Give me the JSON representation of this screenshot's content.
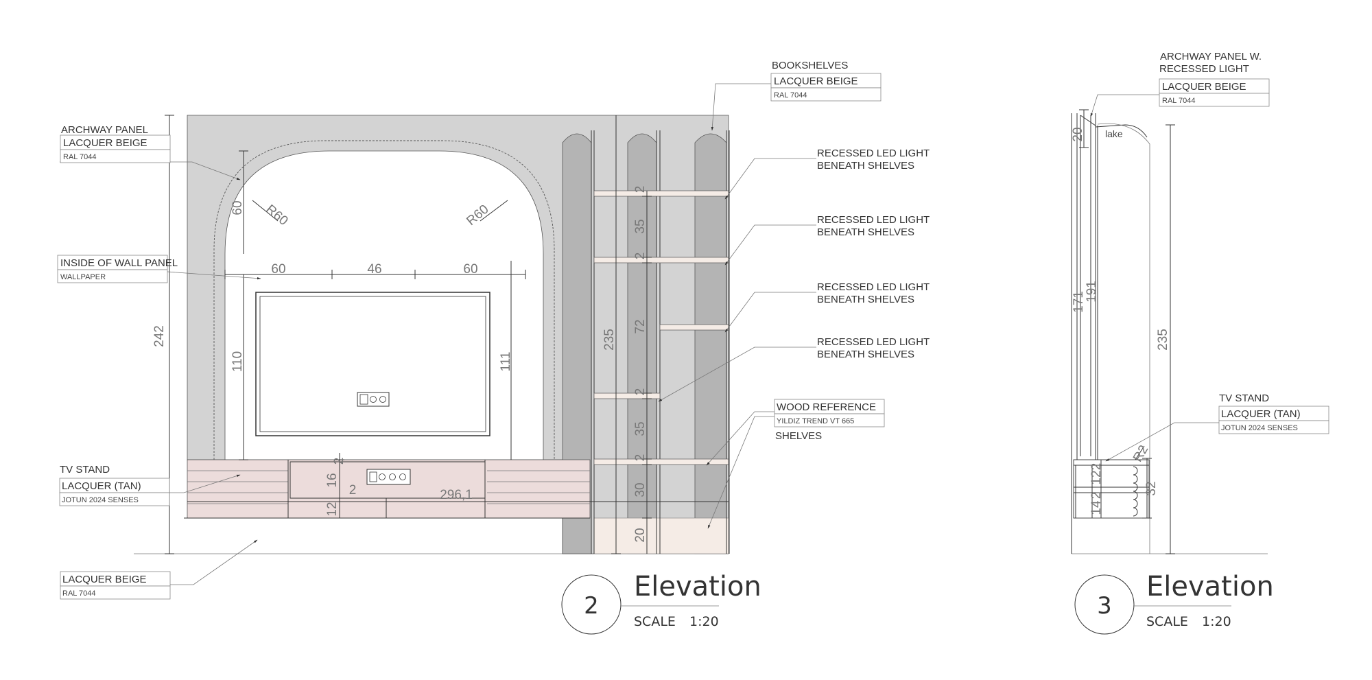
{
  "elevation2": {
    "number": "2",
    "title": "Elevation",
    "scale_label": "SCALE",
    "scale_value": "1:20"
  },
  "elevation3": {
    "number": "3",
    "title": "Elevation",
    "scale_label": "SCALE",
    "scale_value": "1:20"
  },
  "labels": {
    "archway_panel": {
      "title": "ARCHWAY PANEL",
      "material": "LACQUER BEIGE",
      "code": "RAL 7044"
    },
    "inside_wall": {
      "title": "INSIDE OF WALL PANEL",
      "code": "WALLPAPER"
    },
    "tv_stand": {
      "title": "TV STAND",
      "material": "LACQUER (TAN)",
      "code": "JOTUN 2024 SENSES"
    },
    "bottom_beige": {
      "material": "LACQUER BEIGE",
      "code": "RAL 7044"
    },
    "bookshelves": {
      "title": "BOOKSHELVES",
      "material": "LACQUER BEIGE",
      "code": "RAL 7044"
    },
    "led": {
      "line1": "RECESSED LED LIGHT",
      "line2": "BENEATH SHELVES"
    },
    "wood": {
      "material": "WOOD REFERENCE",
      "code": "YILDIZ TREND VT 665",
      "title": "SHELVES"
    },
    "archway_light": {
      "line1": "ARCHWAY PANEL W.",
      "line2": "RECESSED LIGHT",
      "material": "LACQUER BEIGE",
      "code": "RAL 7044"
    },
    "tv_stand_side": {
      "title": "TV STAND",
      "material": "LACQUER (TAN)",
      "code": "JOTUN 2024 SENSES"
    },
    "lake": "lake"
  },
  "dimensions": {
    "d242": "242",
    "d60a": "60",
    "d46": "46",
    "d60b": "60",
    "d110": "110",
    "d111": "111",
    "d60v": "60",
    "r60a": "R60",
    "r60b": "R60",
    "d16": "16",
    "d12": "12",
    "d2a": "2",
    "d2b": "2",
    "d296": "296,1",
    "d235": "235",
    "s2a": "2",
    "s35a": "35",
    "s2b": "2",
    "s72": "72",
    "s2c": "2",
    "s35b": "35",
    "s2d": "2",
    "s30": "30",
    "s20": "20",
    "side20": "20",
    "side171": "171",
    "side191": "191",
    "side235": "235",
    "side_r2": "R2",
    "side2a": "2",
    "side12": "12",
    "side2b": "2",
    "side14": "14",
    "side32": "32"
  },
  "colors": {
    "wall_grey": "#d3d3d3",
    "column_grey": "#b4b4b4",
    "tan": "#ecdcdb",
    "wood": "#f5ece6",
    "line": "#333333"
  }
}
